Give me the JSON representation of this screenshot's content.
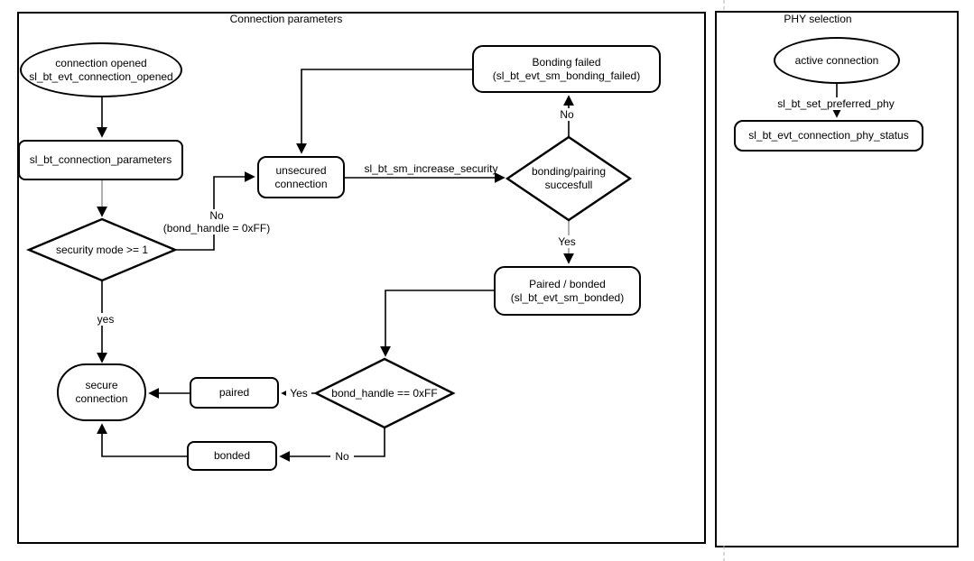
{
  "panels": {
    "connection": {
      "title": "Connection parameters"
    },
    "phy": {
      "title": "PHY selection"
    }
  },
  "nodes": {
    "connection_opened": {
      "line1": "connection opened",
      "line2": "sl_bt_evt_connection_opened"
    },
    "connection_parameters": {
      "label": "sl_bt_connection_parameters"
    },
    "security_mode": {
      "label": "security mode >= 1"
    },
    "unsecured_connection": {
      "line1": "unsecured",
      "line2": "connection"
    },
    "bonding_failed": {
      "line1": "Bonding failed",
      "line2": "(sl_bt_evt_sm_bonding_failed)"
    },
    "bonding_pairing": {
      "line1": "bonding/pairing",
      "line2": "succesfull"
    },
    "paired_bonded": {
      "line1": "Paired / bonded",
      "line2": "(sl_bt_evt_sm_bonded)"
    },
    "bond_handle": {
      "label": "bond_handle == 0xFF"
    },
    "paired": {
      "label": "paired"
    },
    "bonded": {
      "label": "bonded"
    },
    "secure_connection": {
      "line1": "secure",
      "line2": "connection"
    },
    "active_connection": {
      "label": "active connection"
    },
    "phy_status": {
      "label": "sl_bt_evt_connection_phy_status"
    }
  },
  "edge_labels": {
    "security_no_line1": "No",
    "security_no_line2": "(bond_handle = 0xFF)",
    "increase_security": "sl_bt_sm_increase_security",
    "bonding_no": "No",
    "bonding_yes": "Yes",
    "security_yes": "yes",
    "handle_yes": "Yes",
    "handle_no": "No",
    "set_preferred_phy": "sl_bt_set_preferred_phy"
  },
  "colors": {
    "shape_stroke": "#000000",
    "shape_fill": "#ffffff",
    "arrow_black": "#000000",
    "arrow_gray": "#9b9b9b",
    "page_break_dash": "#b3b3b3",
    "background": "#ffffff"
  }
}
